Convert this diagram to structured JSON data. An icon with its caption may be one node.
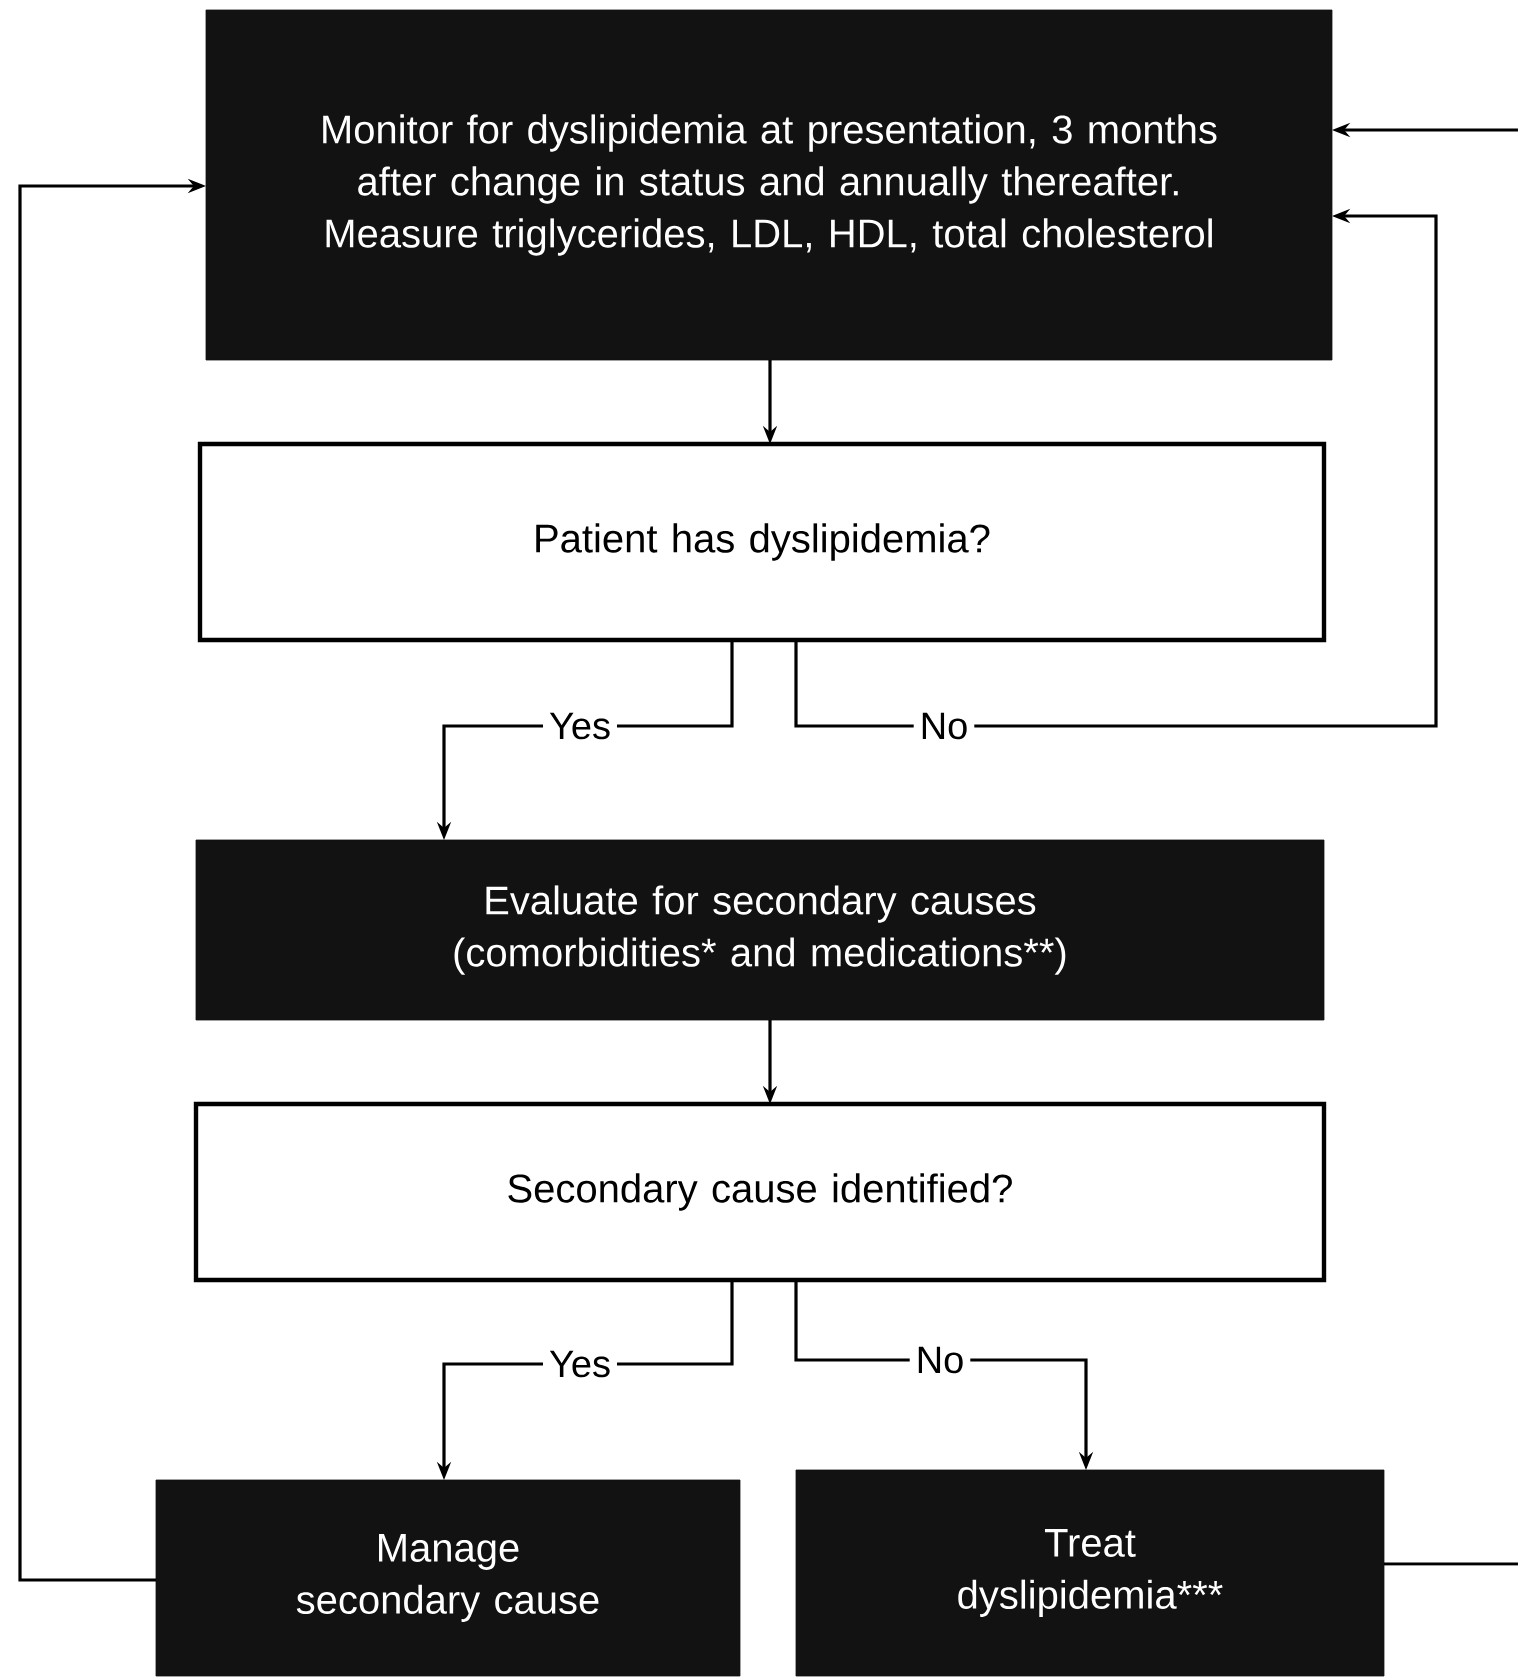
{
  "diagram": {
    "nodes": [
      {
        "text": [
          "Monitor for dyslipidemia at presentation, 3 months after change in status and annually thereafter. Measure triglycerides, LDL, HDL, total cholesterol"
        ]
      },
      {
        "text": [
          "Patient has dyslipidemia?"
        ]
      },
      {
        "text": [
          "Evaluate for secondary causes (comorbidities* and medications**)"
        ]
      },
      {
        "text": [
          "Secondary cause identified?"
        ]
      },
      {
        "text": [
          "Manage secondary cause"
        ]
      },
      {
        "text": [
          "Treat dyslipidemia***"
        ]
      }
    ],
    "edges": [
      {
        "from": 0,
        "to": 1,
        "arrow": "to"
      },
      {
        "from": 1,
        "to": 2,
        "arrow": "to",
        "label": "Yes"
      },
      {
        "from": 1,
        "to": 0,
        "arrow": "to",
        "label": "No"
      },
      {
        "from": 2,
        "to": 3,
        "arrow": "to"
      },
      {
        "from": 3,
        "to": 4,
        "arrow": "to",
        "label": "Yes"
      },
      {
        "from": 3,
        "to": 5,
        "arrow": "to",
        "label": "No"
      },
      {
        "from": 4,
        "to": 0,
        "arrow": "to"
      },
      {
        "from": 5,
        "to": null,
        "arrow": "none"
      },
      {
        "from": null,
        "to": 0,
        "arrow": "to"
      }
    ]
  }
}
